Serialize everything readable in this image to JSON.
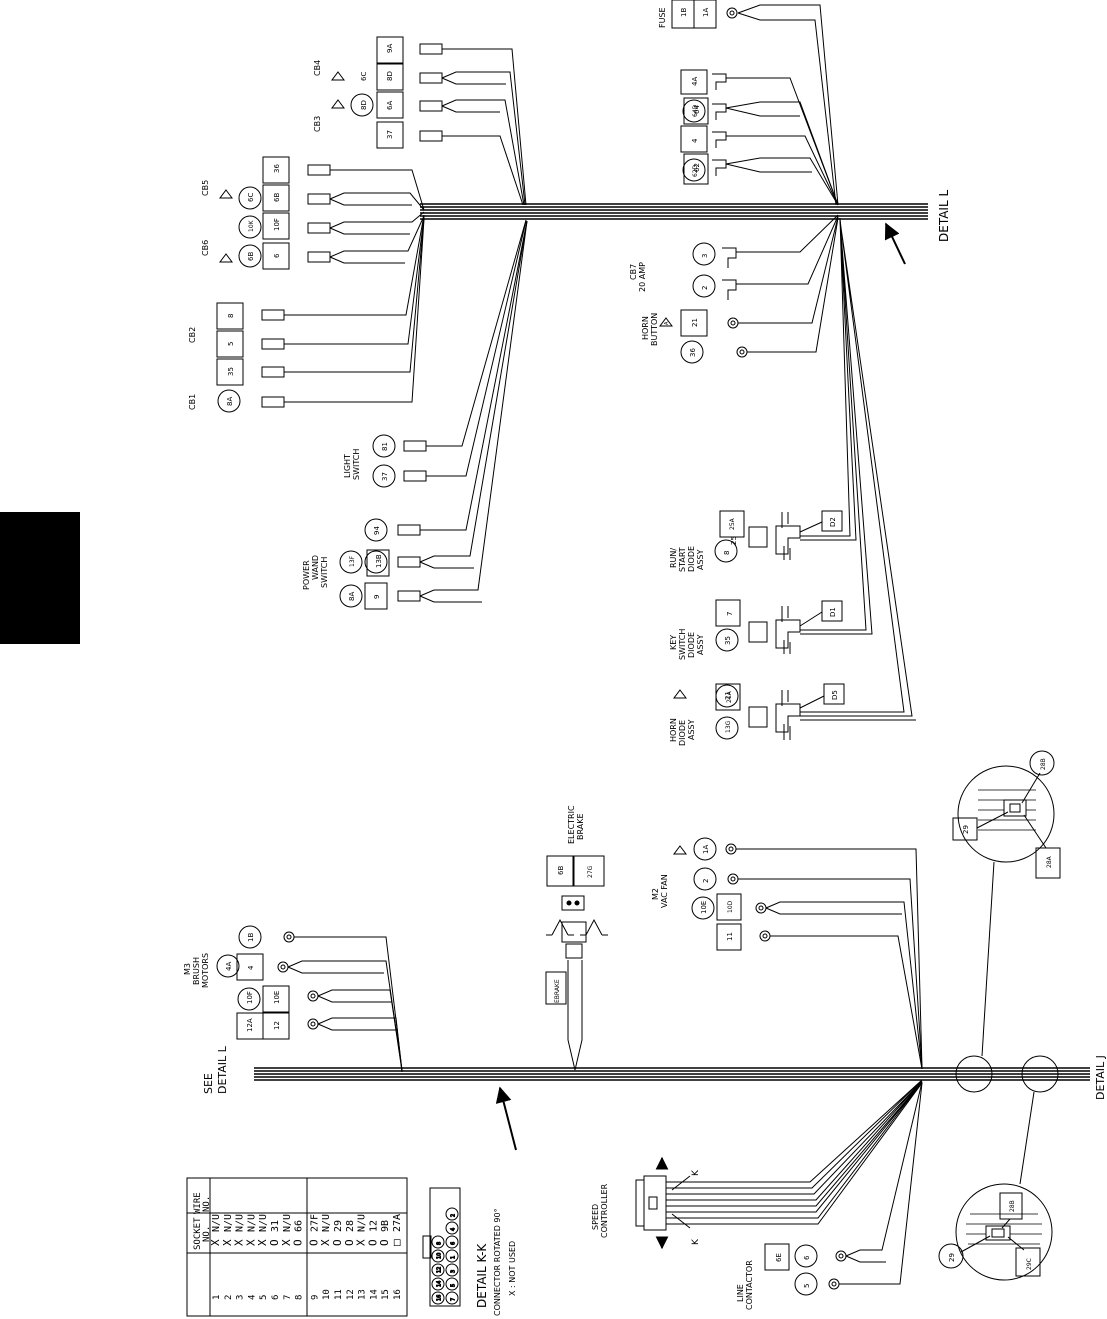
{
  "sheet": {
    "tab_color": "#000000",
    "top_callouts": {
      "detail_l": "DETAIL L"
    },
    "bottom_callouts": {
      "see_detail_l": [
        "SEE",
        "DETAIL L"
      ],
      "detail_j": "DETAIL J"
    }
  },
  "top_components": {
    "fuse": {
      "label": "FUSE",
      "wires": [
        "1B",
        "1A"
      ]
    },
    "cb4": {
      "label": "CB4",
      "wires": [
        "9A",
        "6C",
        "8D"
      ]
    },
    "cb3": {
      "label": "CB3",
      "wires": [
        "8D",
        "6A",
        "37"
      ]
    },
    "cb5": {
      "label": "CB5",
      "wires": [
        "36",
        "6C",
        "6B"
      ]
    },
    "cb6": {
      "label": "CB6",
      "wires": [
        "10K",
        "10F",
        "6B",
        "6"
      ]
    },
    "cb2": {
      "label": "CB2",
      "wires": [
        "8",
        "5",
        "35"
      ]
    },
    "cb1": {
      "label": "CB1",
      "wires": [
        "8A"
      ]
    },
    "right_terminals": {
      "wires": [
        "4A",
        "64D",
        "64",
        "4",
        "62D",
        "62"
      ]
    },
    "cb7": {
      "label": [
        "CB7",
        "20 AMP"
      ],
      "wires": [
        "3",
        "2"
      ]
    },
    "horn_button": {
      "label": [
        "HORN",
        "BUTTON"
      ],
      "wires": [
        "21",
        "36"
      ],
      "warning": "A"
    },
    "light_switch": {
      "label": [
        "LIGHT",
        "SWITCH"
      ],
      "wires": [
        "81",
        "37"
      ]
    },
    "power_wand_switch": {
      "label": [
        "POWER",
        "WAND",
        "SWITCH"
      ],
      "wires": [
        "94",
        "13F",
        "13B",
        "8A",
        "9"
      ]
    },
    "run_start_diode": {
      "label": [
        "RUN/",
        "START",
        "DIODE",
        "ASSY"
      ],
      "wires": [
        "25A",
        "25",
        "8"
      ],
      "tag": "D2"
    },
    "key_switch_diode": {
      "label": [
        "KEY",
        "SWITCH",
        "DIODE",
        "ASSY"
      ],
      "wires": [
        "7",
        "35"
      ],
      "tag": "D1"
    },
    "horn_diode": {
      "label": [
        "HORN",
        "DIODE",
        "ASSY"
      ],
      "wires": [
        "21",
        "21A",
        "13G"
      ],
      "tag": "D5"
    },
    "warning_symbol": "A"
  },
  "bottom_components": {
    "electric_brake": {
      "label": [
        "ELECTRIC",
        "BRAKE"
      ],
      "wires": [
        "6B",
        "27G"
      ],
      "connector": "EBRAKE"
    },
    "brush_motors": {
      "label": [
        "M3",
        "BRUSH",
        "MOTORS"
      ],
      "wires": [
        "1B",
        "4A",
        "4",
        "10F",
        "10E",
        "12A",
        "12"
      ]
    },
    "vac_fan": {
      "label": [
        "M2",
        "VAC FAN"
      ],
      "wires": [
        "1A",
        "2",
        "10E",
        "10D",
        "11"
      ]
    },
    "detail_j_upper": {
      "wires": [
        "28B",
        "29",
        "28A"
      ]
    },
    "detail_j_lower": {
      "wires": [
        "28B",
        "29",
        "29C"
      ]
    },
    "speed_controller": {
      "label": [
        "SPEED",
        "CONTROLLER"
      ],
      "k_marks": [
        "K",
        "K"
      ]
    },
    "line_contactor": {
      "label": [
        "LINE",
        "CONTACTOR"
      ],
      "wires": [
        "6E",
        "6",
        "5"
      ]
    }
  },
  "socket_table": {
    "headers": {
      "socket": [
        "SOCKET",
        "NO."
      ],
      "wire": [
        "WIRE",
        "NO."
      ]
    },
    "rows": [
      {
        "socket": "1",
        "mark": "X",
        "wire": "N/U"
      },
      {
        "socket": "2",
        "mark": "X",
        "wire": "N/U"
      },
      {
        "socket": "3",
        "mark": "X",
        "wire": "N/U"
      },
      {
        "socket": "4",
        "mark": "X",
        "wire": "N/U"
      },
      {
        "socket": "5",
        "mark": "X",
        "wire": "N/U"
      },
      {
        "socket": "6",
        "mark": "O",
        "wire": "31"
      },
      {
        "socket": "7",
        "mark": "X",
        "wire": "N/U"
      },
      {
        "socket": "8",
        "mark": "O",
        "wire": "66"
      },
      {
        "socket": "9",
        "mark": "O",
        "wire": "27F"
      },
      {
        "socket": "10",
        "mark": "X",
        "wire": "N/U"
      },
      {
        "socket": "11",
        "mark": "O",
        "wire": "29"
      },
      {
        "socket": "12",
        "mark": "O",
        "wire": "28"
      },
      {
        "socket": "13",
        "mark": "X",
        "wire": "N/U"
      },
      {
        "socket": "14",
        "mark": "O",
        "wire": "12"
      },
      {
        "socket": "15",
        "mark": "O",
        "wire": "9B"
      },
      {
        "socket": "16",
        "mark": "□",
        "wire": "27A"
      }
    ]
  },
  "connector_detail": {
    "pins_top": [
      "16",
      "14",
      "12",
      "10",
      "8"
    ],
    "pins_top2": [
      "15",
      "13",
      "11",
      "9"
    ],
    "pins_bottom": [
      "7",
      "5",
      "3",
      "1"
    ],
    "pins_bottom2": [
      "6",
      "4",
      "2"
    ],
    "caption": "DETAIL K-K",
    "note1": "CONNECTOR ROTATED 90°",
    "note2": "X : NOT USED"
  }
}
